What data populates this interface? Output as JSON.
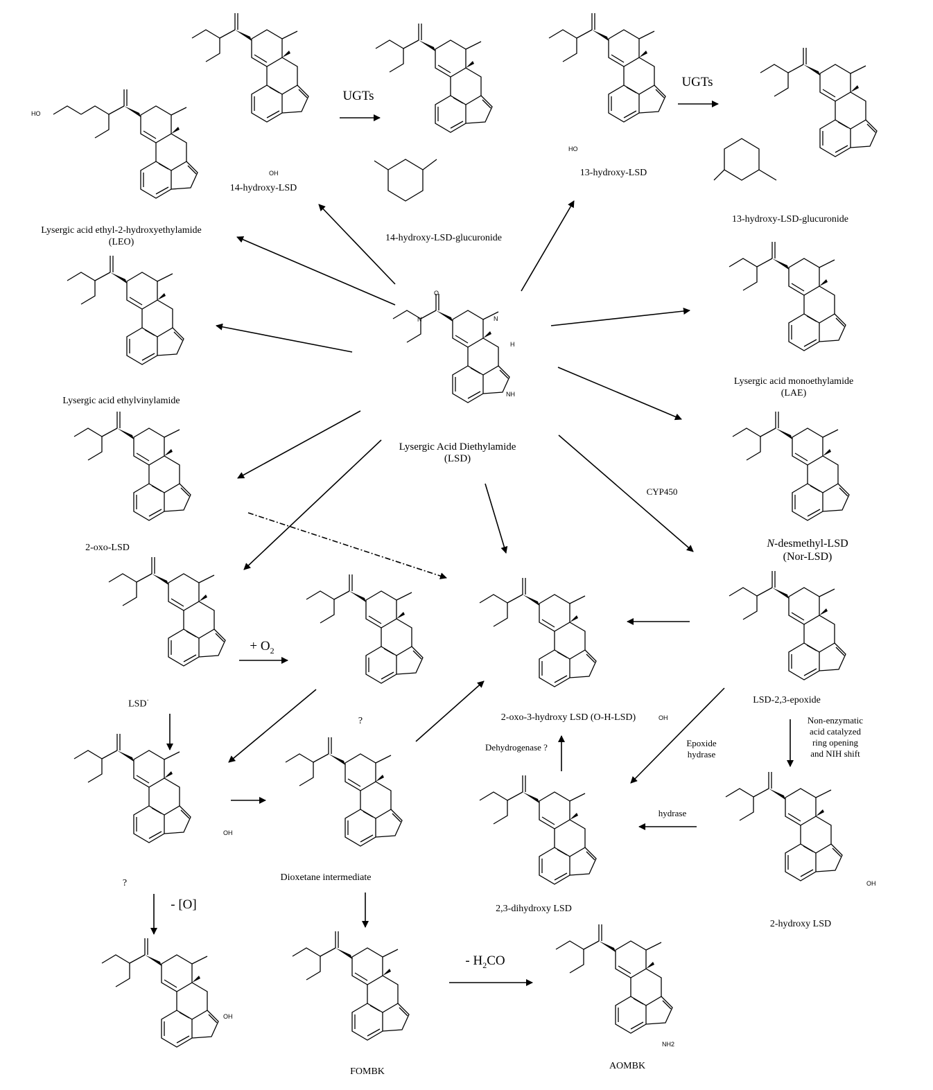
{
  "compounds": {
    "lsd": [
      "Lysergic Acid Diethylamide",
      "(LSD)"
    ],
    "leo": [
      "Lysergic acid ethyl-2-hydroxyethylamide",
      "(LEO)"
    ],
    "hydroxy14": "14-hydroxy-LSD",
    "hydroxy14_gluc": "14-hydroxy-LSD-glucuronide",
    "hydroxy13": "13-hydroxy-LSD",
    "hydroxy13_gluc": "13-hydroxy-LSD-glucuronide",
    "ethylvinyl": "Lysergic acid ethylvinylamide",
    "lae": [
      "Lysergic acid monoethylamide",
      "(LAE)"
    ],
    "oxo2": "2-oxo-LSD",
    "norlsd_prefix": "N",
    "norlsd_rest": "-desmethyl-LSD",
    "norlsd_abbr": "(Nor-LSD)",
    "lsd_radical": "LSD",
    "lsd_radical_sup": "·",
    "unknown1": "?",
    "ohlsd": "2-oxo-3-hydroxy LSD (O-H-LSD)",
    "epoxide": "LSD-2,3-epoxide",
    "unknown2": "?",
    "dioxetane": "Dioxetane intermediate",
    "dihydroxy": "2,3-dihydroxy LSD",
    "hydroxy2": "2-hydroxy LSD",
    "fombk": "FOMBK",
    "aombk": "AOMBK"
  },
  "steps": {
    "ugts_1": "UGTs",
    "ugts_2": "UGTs",
    "cyp450": "CYP450",
    "plus_o2": "+ O",
    "plus_o2_sub": "2",
    "dehydrogenase": "Dehydrogenase ?",
    "epoxide_hydrase": [
      "Epoxide",
      "hydrase"
    ],
    "hydrase": "hydrase",
    "nih_shift": [
      "Non-enzymatic",
      "acid catalyzed",
      "ring opening",
      "and NIH shift"
    ],
    "minus_o": "- [O]",
    "minus_h2co_a": "- H",
    "minus_h2co_sub": "2",
    "minus_h2co_b": "CO"
  },
  "atoms": {
    "o": "O",
    "n": "N",
    "h": "H",
    "nh": "NH",
    "oh": "OH",
    "ho": "HO",
    "nh2": "NH2"
  }
}
